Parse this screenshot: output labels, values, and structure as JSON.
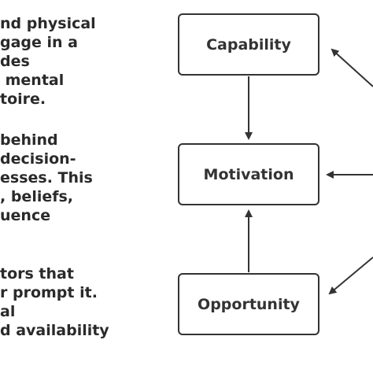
{
  "left_text": {
    "block_1": "nd physical\ngage in a\ndes\n mental\ntoire.",
    "block_2": "behind\ndecision-\nesses. This\n, beliefs,\nuence",
    "block_3": "tors that\nr prompt it.\nal\nd availability"
  },
  "diagram": {
    "capability_label": "Capability",
    "motivation_label": "Motivation",
    "opportunity_label": "Opportunity"
  },
  "colors": {
    "box_border": "#333333",
    "arrow": "#333333",
    "text": "#2a2a2a",
    "background": "#ffffff"
  }
}
